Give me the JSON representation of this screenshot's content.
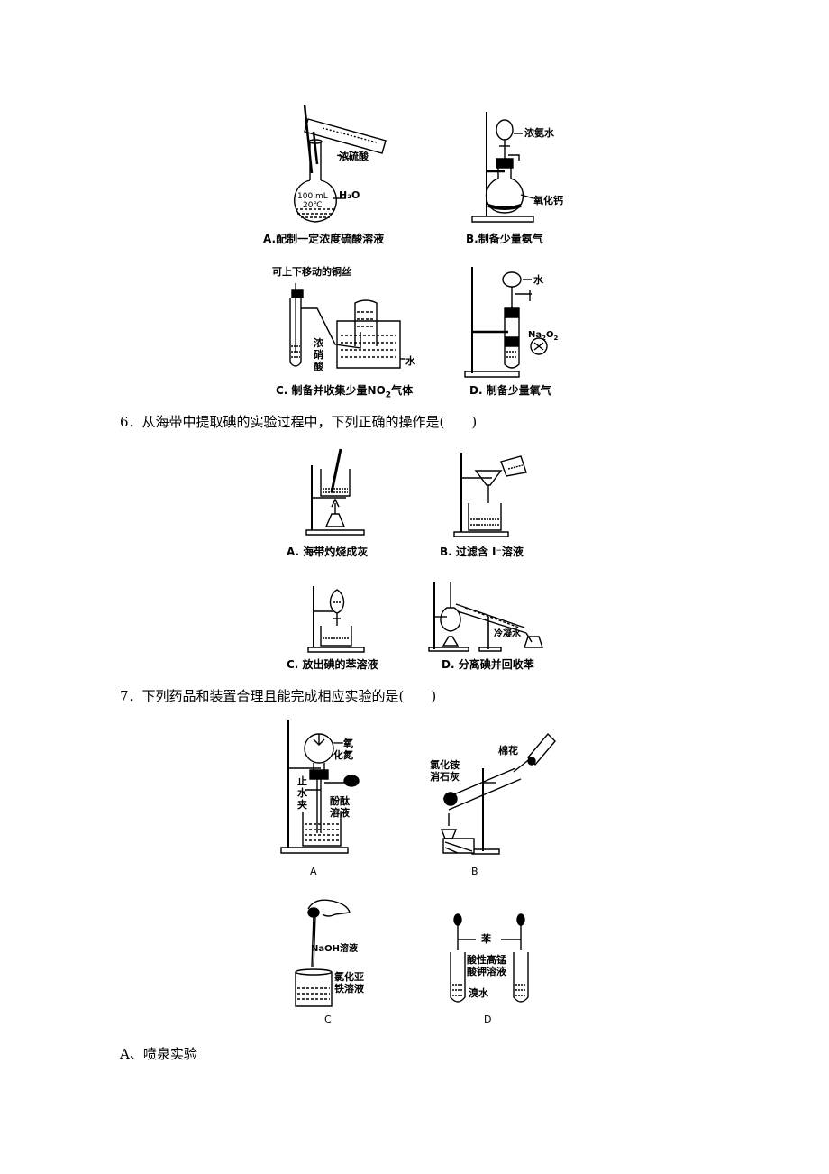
{
  "q5": {
    "A": {
      "caption": "A.配制一定浓度硫酸溶液",
      "acid": "浓硫酸",
      "flask_volume": "100 mL",
      "flask_temp": "20℃",
      "water": "H₂O"
    },
    "B": {
      "caption": "B.制备少量氨气",
      "reagent_top": "浓氨水",
      "reagent_bottom": "氧化钙"
    },
    "C": {
      "caption_prefix": "C. 制备并收集少量NO",
      "caption_sub": "2",
      "caption_suffix": "气体",
      "wire": "可上下移动的铜丝",
      "acid": "浓\n硝\n酸",
      "water": "水"
    },
    "D": {
      "caption": "D. 制备少量氧气",
      "water": "水",
      "reagent_prefix": "Na",
      "reagent_sub1": "2",
      "reagent_mid": "O",
      "reagent_sub2": "2"
    }
  },
  "q6": {
    "number": "6．",
    "text": "从海带中提取碘的实验过程中，下列正确的操作是(　　)",
    "A": {
      "caption": "A. 海带灼烧成灰"
    },
    "B": {
      "caption": "B. 过滤含 I⁻溶液"
    },
    "C": {
      "caption": "C. 放出碘的苯溶液"
    },
    "D": {
      "caption": "D. 分离碘并回收苯",
      "coolant": "冷凝水"
    }
  },
  "q7": {
    "number": "7．",
    "text": "下列药品和装置合理且能完成相应实验的是(　　)",
    "A": {
      "caption": "A",
      "gas": "一氧\n化氮",
      "clamp": "止\n水\n夹",
      "indicator": "酚酞\n溶液"
    },
    "B": {
      "caption": "B",
      "cotton": "棉花",
      "reagents": "氯化铵\n消石灰"
    },
    "C": {
      "caption": "C",
      "dropper": "NaOH溶液",
      "solution": "氯化亚\n铁溶液"
    },
    "D": {
      "caption": "D",
      "top": "苯",
      "middle": "酸性高锰\n酸钾溶液",
      "bottom": "溴水"
    }
  },
  "answer": {
    "text": "A、喷泉实验"
  }
}
